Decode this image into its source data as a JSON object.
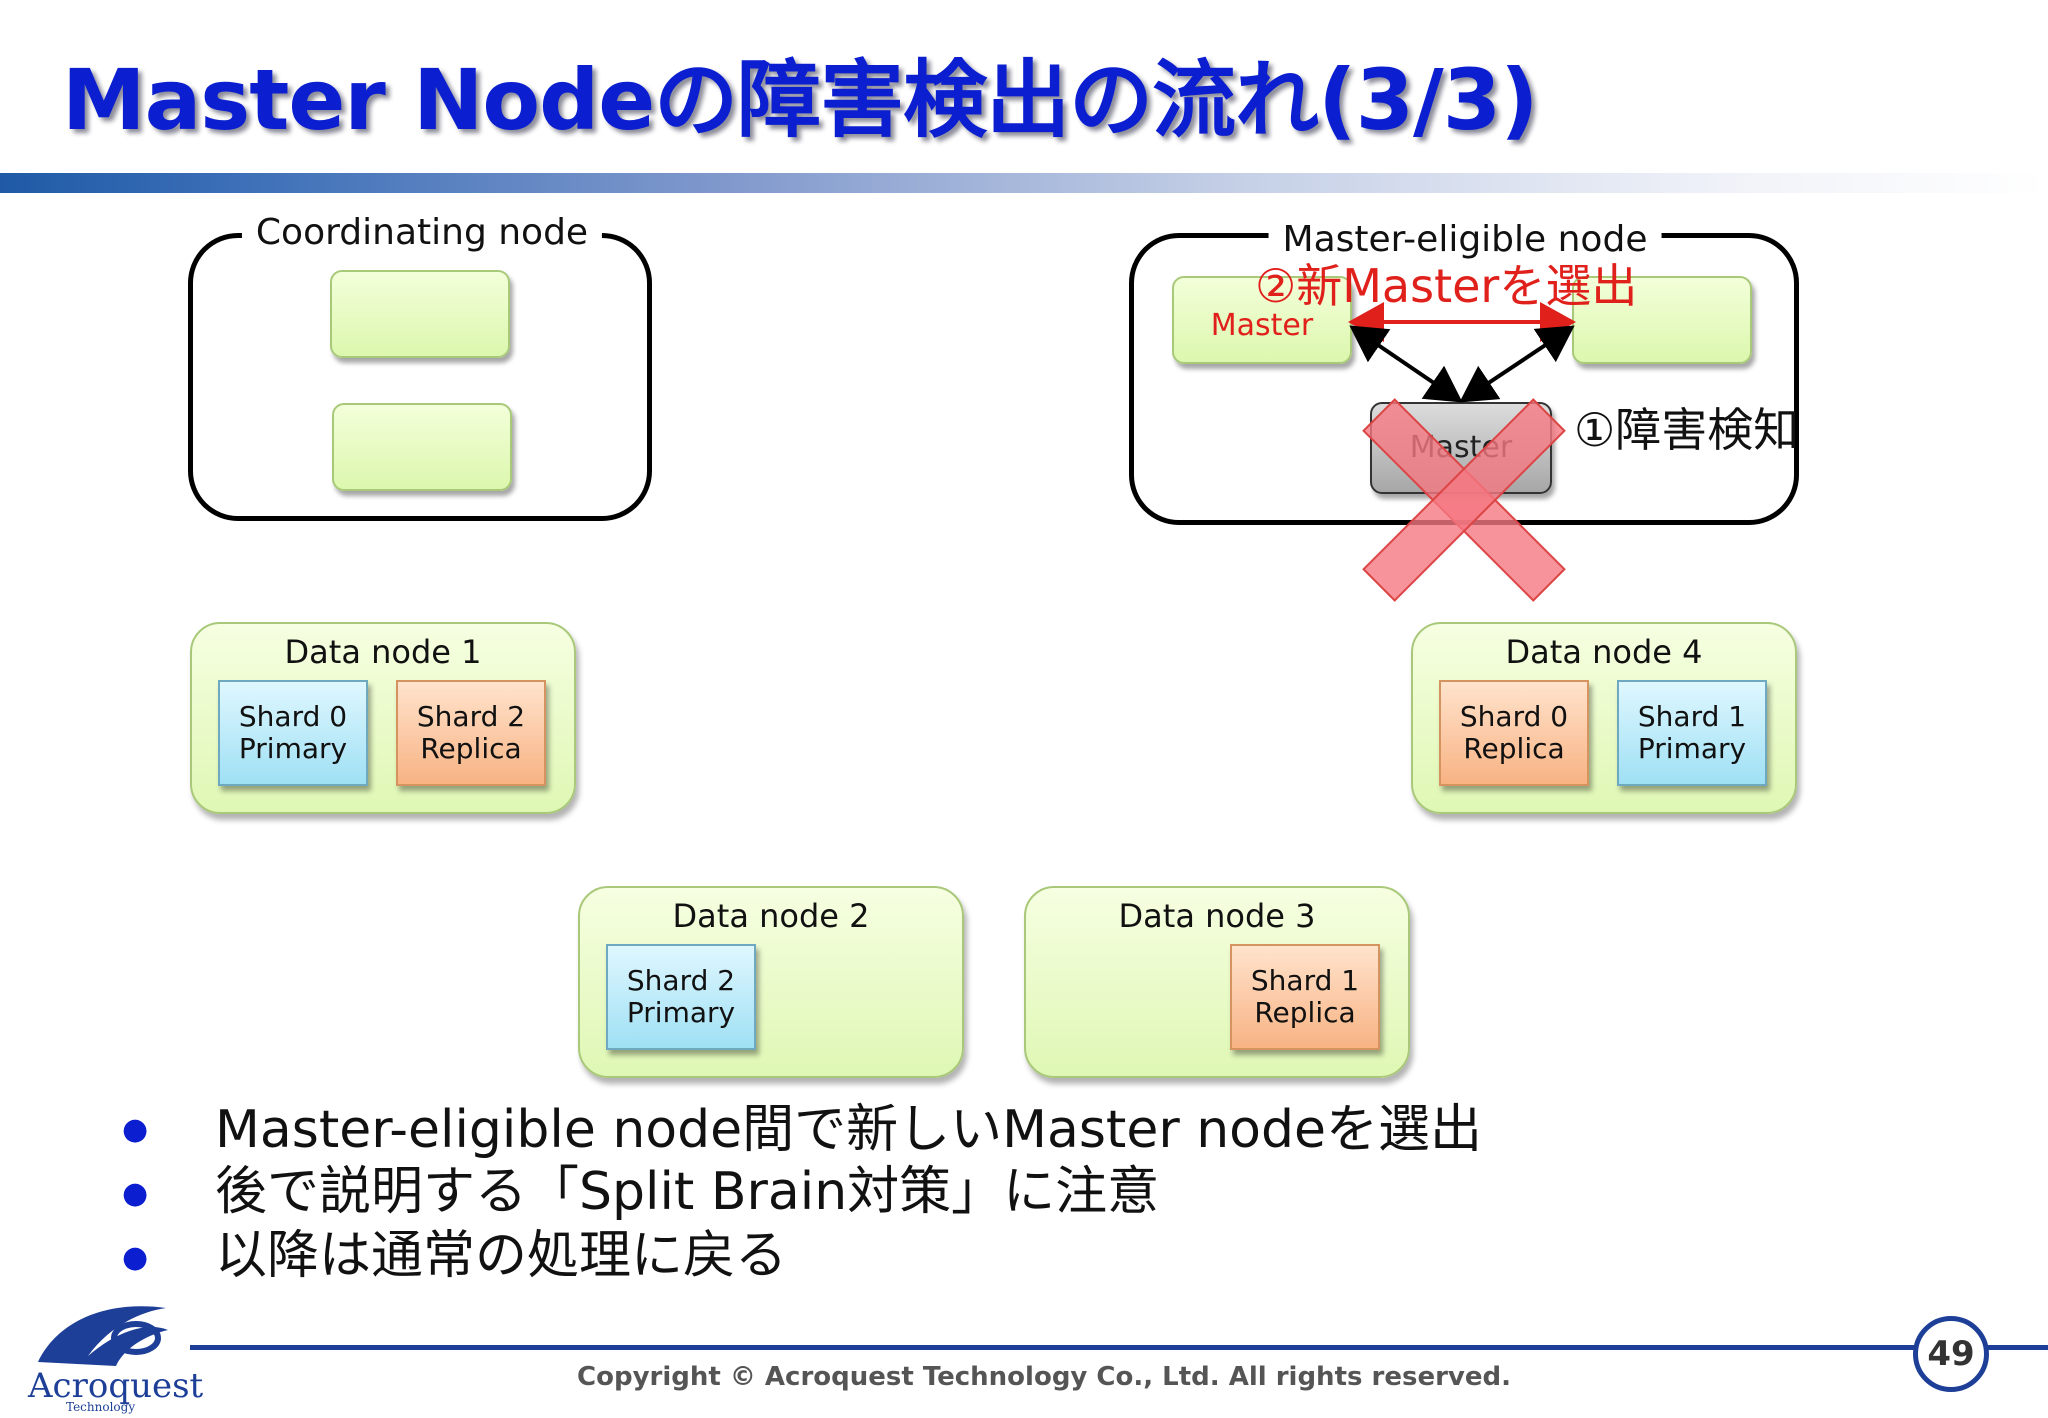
{
  "title": "Master Nodeの障害検出の流れ(3/3)",
  "coordinating": {
    "label": "Coordinating node"
  },
  "master_eligible": {
    "label": "Master-eligible node",
    "new_master_label": "Master",
    "failed_node_label": "Master",
    "election_annotation": "②新Masterを選出",
    "detection_annotation": "①障害検知"
  },
  "data_nodes": [
    {
      "title": "Data node 1",
      "shards": [
        {
          "name": "Shard 0",
          "role": "Primary"
        },
        {
          "name": "Shard 2",
          "role": "Replica"
        }
      ]
    },
    {
      "title": "Data node 2",
      "shards": [
        {
          "name": "Shard 2",
          "role": "Primary"
        }
      ]
    },
    {
      "title": "Data node 3",
      "shards": [
        {
          "name": "Shard 1",
          "role": "Replica"
        }
      ]
    },
    {
      "title": "Data node 4",
      "shards": [
        {
          "name": "Shard 0",
          "role": "Replica"
        },
        {
          "name": "Shard 1",
          "role": "Primary"
        }
      ]
    }
  ],
  "bullets": [
    "Master-eligible node間で新しいMaster nodeを選出",
    "後で説明する「Split Brain対策」に注意",
    "以降は通常の処理に戻る"
  ],
  "footer": {
    "copyright": "Copyright © Acroquest Technology Co., Ltd. All rights reserved.",
    "page_number": "49",
    "logo_text": "Acroquest",
    "logo_sub": "Technology"
  },
  "colors": {
    "title": "#0b1ed0",
    "annotation_red": "#e0201b",
    "primary_shard": "#9fe0f4",
    "replica_shard": "#f8b383",
    "node_green": "#dcf7ae",
    "accent_blue": "#1e3f97"
  },
  "icons": {
    "failure_marker": "cross-mark-icon",
    "bullet": "bullet-dot-icon"
  }
}
